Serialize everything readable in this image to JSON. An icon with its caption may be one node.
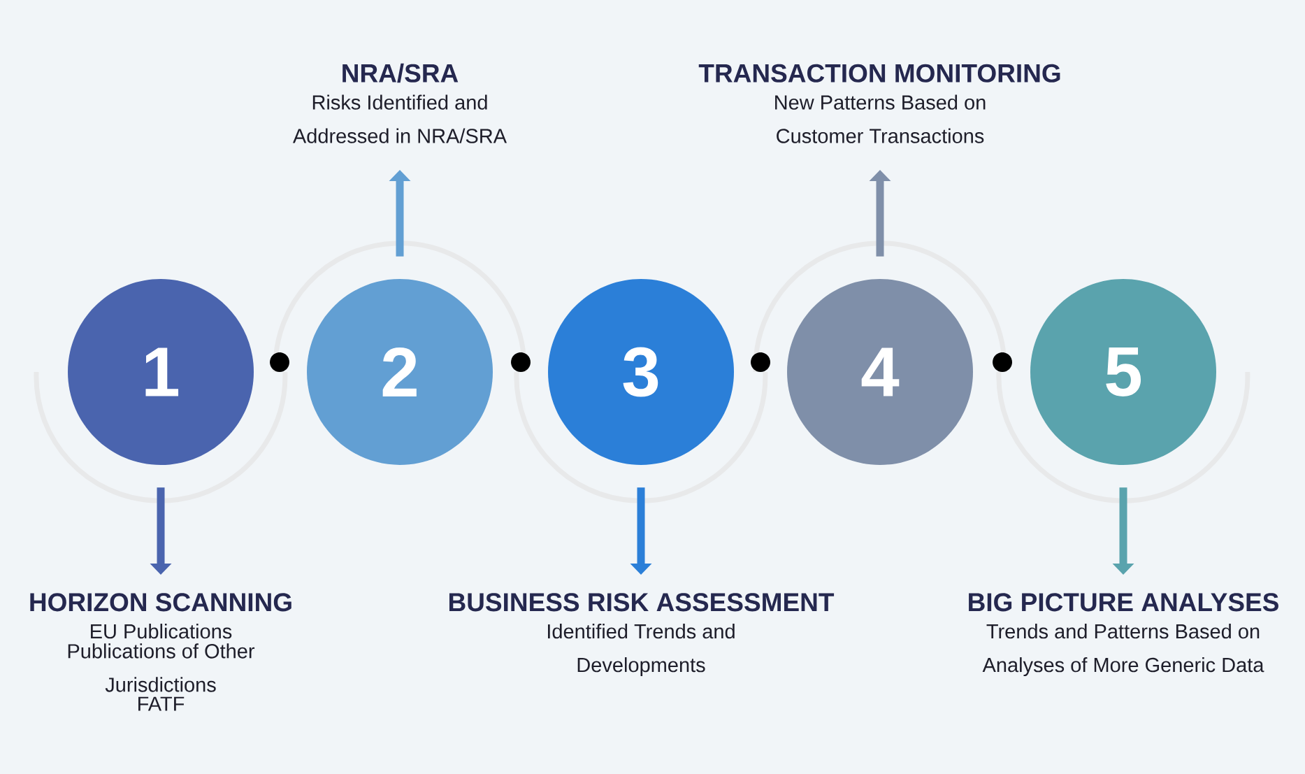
{
  "diagram": {
    "nodes": [
      {
        "text": [
          "1"
        ]
      },
      {
        "text": [
          "2"
        ]
      },
      {
        "text": [
          "3"
        ]
      },
      {
        "text": [
          "4"
        ]
      },
      {
        "text": [
          "5"
        ]
      },
      {
        "text": [
          "NRA/SRA",
          "Risks Identified and Addressed in NRA/SRA"
        ]
      },
      {
        "text": [
          "TRANSACTION MONITORING",
          "New Patterns Based on Customer Transactions"
        ]
      },
      {
        "text": [
          "HORIZON SCANNING",
          "EU Publications",
          "Publications of Other Jurisdictions",
          "FATF"
        ]
      },
      {
        "text": [
          "BUSINESS RISK ASSESSMENT",
          "Identified Trends and Developments"
        ]
      },
      {
        "text": [
          "BIG PICTURE ANALYSES",
          "Trends and Patterns Based on Analyses of More Generic Data"
        ]
      }
    ],
    "edges": [
      {
        "from": 0,
        "to": 7,
        "arrow": "to",
        "color": "#4a64ae"
      },
      {
        "from": 1,
        "to": 5,
        "arrow": "to",
        "color": "#629fd3"
      },
      {
        "from": 2,
        "to": 8,
        "arrow": "to",
        "color": "#2b7fd8"
      },
      {
        "from": 3,
        "to": 6,
        "arrow": "to",
        "color": "#7f8fa9"
      },
      {
        "from": 4,
        "to": 9,
        "arrow": "to",
        "color": "#5aa3ad"
      }
    ]
  }
}
